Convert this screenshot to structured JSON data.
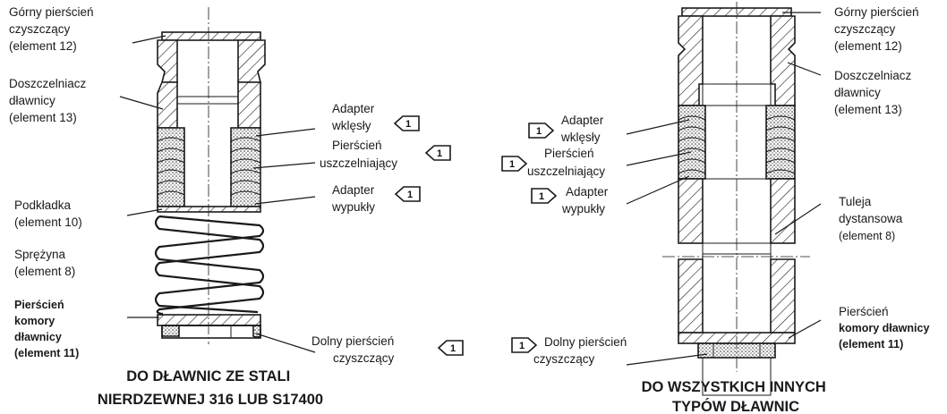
{
  "left": {
    "labels": {
      "top_wiper": [
        "Górny pierścień",
        "czyszczący",
        "(element 12)"
      ],
      "packing_box_seal": [
        "Doszczelniacz",
        "dławnicy",
        "(element 13)"
      ],
      "washer": [
        "Podkładka",
        "(element 10)"
      ],
      "spring": [
        "Sprężyna",
        "(element 8)"
      ],
      "box_ring": [
        "Pierścień",
        "komory",
        "dławnicy",
        "(element 11)"
      ],
      "female_adapter": [
        "Adapter",
        "wklęsły"
      ],
      "seal_ring": [
        "Pierścień",
        "uszczelniający"
      ],
      "male_adapter": [
        "Adapter",
        "wypukły"
      ],
      "bottom_wiper": [
        "Dolny pierścień",
        "czyszczący"
      ]
    },
    "caption": [
      "DO DŁAWNIC ZE STALI",
      "NIERDZEWNEJ 316 LUB S17400"
    ]
  },
  "right": {
    "labels": {
      "top_wiper": [
        "Górny pierścień",
        "czyszczący",
        "(element 12)"
      ],
      "packing_box_seal": [
        "Doszczelniacz",
        "dławnicy",
        "(element 13)"
      ],
      "female_adapter": [
        "Adapter",
        "wklęsły"
      ],
      "seal_ring": [
        "Pierścień",
        "uszczelniający"
      ],
      "male_adapter": [
        "Adapter",
        "wypukły"
      ],
      "spacer_title": [
        "Tuleja",
        "dystansowa"
      ],
      "spacer_element": "(element 8)",
      "box_ring_title": "Pierścień",
      "box_ring_bold": [
        "komory dławnicy",
        "(element 11)"
      ],
      "bottom_wiper": [
        "Dolny pierścień",
        "czyszczący"
      ]
    },
    "caption": [
      "DO WSZYSTKICH INNYCH",
      "TYPÓW DŁAWNIC"
    ]
  },
  "note_marker": "1"
}
